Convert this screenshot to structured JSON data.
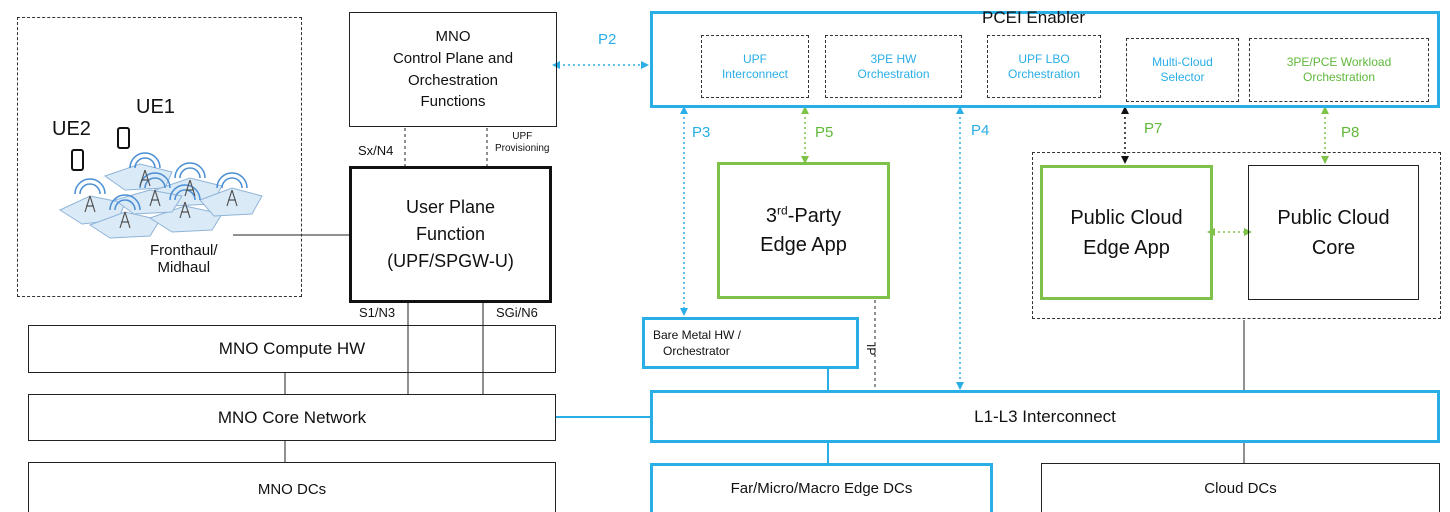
{
  "ran": {
    "ue1": "UE1",
    "ue2": "UE2",
    "fronthaul": "Fronthaul/\nMidhaul"
  },
  "mno_control": {
    "line1": "MNO",
    "line2": "Control Plane and",
    "line3": "Orchestration",
    "line4": "Functions"
  },
  "upf": {
    "line1": "User Plane",
    "line2": "Function",
    "line3": "(UPF/SPGW-U)"
  },
  "interfaces": {
    "sx_n4": "Sx/N4",
    "upf_prov1": "UPF",
    "upf_prov2": "Provisioning",
    "s1_n3": "S1/N3",
    "sgi_n6": "SGi/N6",
    "p2": "P2",
    "p3": "P3",
    "p4": "P4",
    "p5": "P5",
    "p7": "P7",
    "p8": "P8",
    "ip": "IP"
  },
  "mno_compute": "MNO Compute HW",
  "mno_core": "MNO Core Network",
  "mno_dcs": "MNO DCs",
  "pcei": {
    "title": "PCEI Enabler",
    "modules": [
      {
        "line1": "UPF",
        "line2": "Interconnect"
      },
      {
        "line1": "3PE HW",
        "line2": "Orchestration"
      },
      {
        "line1": "UPF LBO",
        "line2": "Orchestration"
      },
      {
        "line1": "Multi-Cloud",
        "line2": "Selector"
      },
      {
        "line1": "3PE/PCE Workload",
        "line2": "Orchestration"
      }
    ]
  },
  "third_party": {
    "line1": "3",
    "sup": "rd",
    "line1b": "-Party",
    "line2": "Edge App"
  },
  "public_cloud_edge": {
    "line1": "Public Cloud",
    "line2": "Edge App"
  },
  "public_cloud_core": {
    "line1": "Public Cloud",
    "line2": "Core"
  },
  "bare_metal": {
    "line1": "Bare Metal HW /",
    "line2": "Orchestrator"
  },
  "l1l3": "L1-L3 Interconnect",
  "edge_dcs": "Far/Micro/Macro Edge DCs",
  "cloud_dcs": "Cloud DCs",
  "colors": {
    "blue": "#29aee6",
    "green": "#7ec24a",
    "black": "#111111"
  }
}
